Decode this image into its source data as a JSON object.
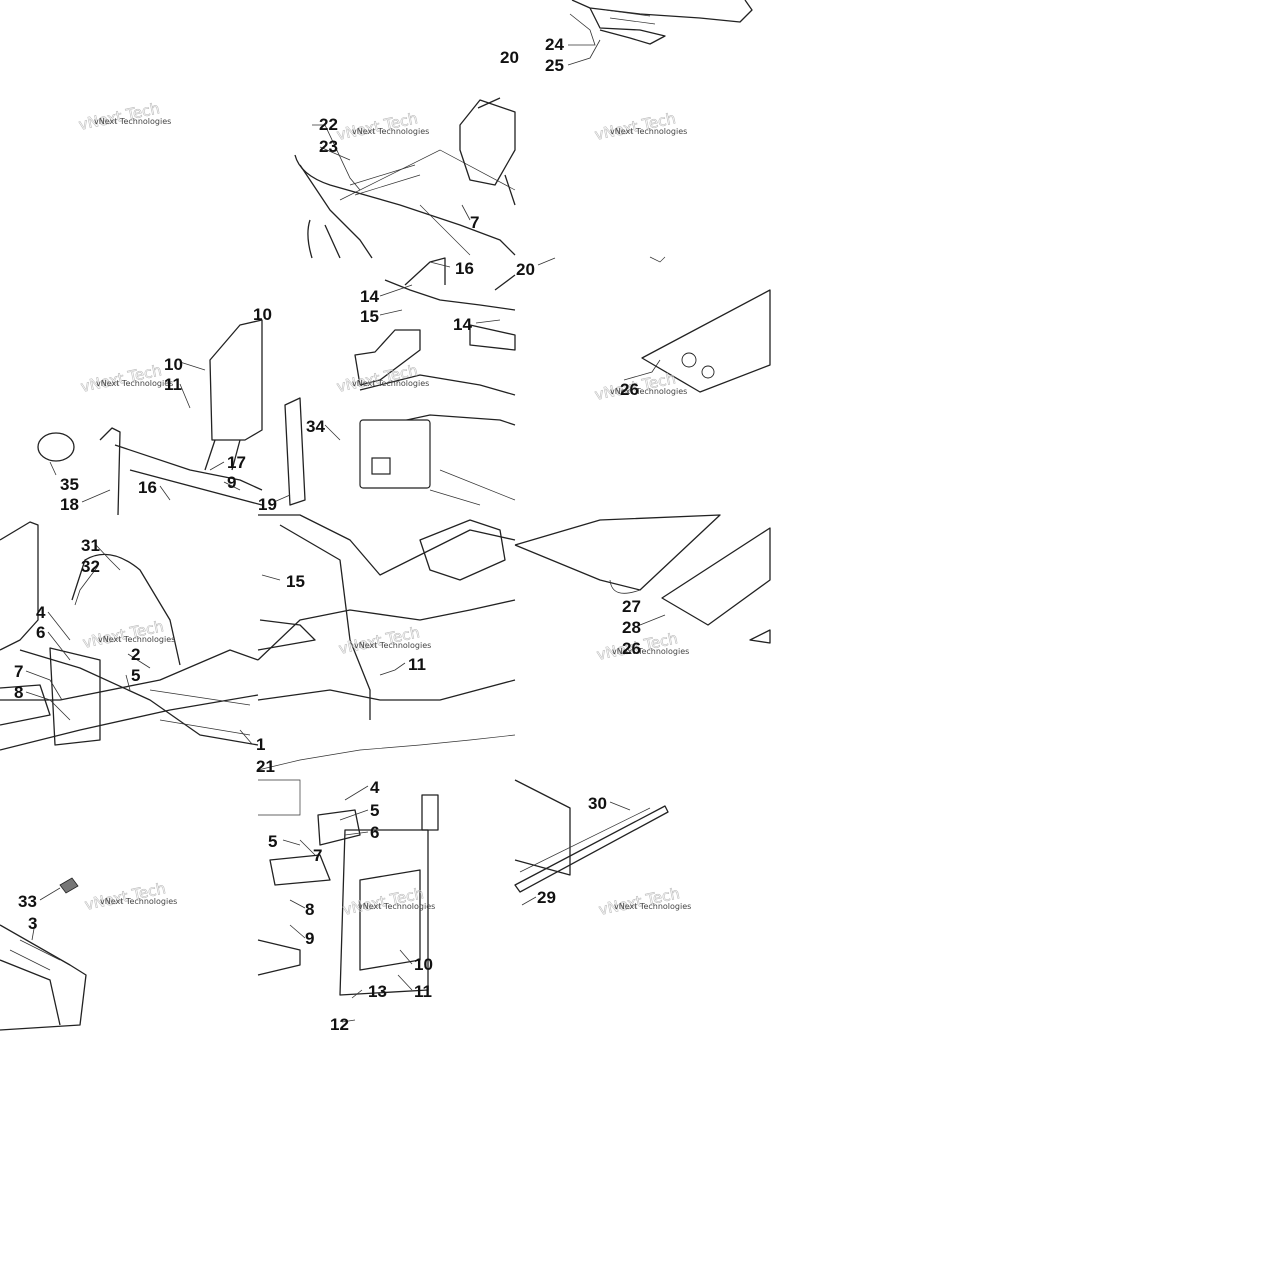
{
  "watermark": {
    "text": "vNext Technologies",
    "ghost_text": "vNext Tech"
  },
  "callouts": [
    "1",
    "2",
    "3",
    "4",
    "5",
    "6",
    "7",
    "8",
    "9",
    "10",
    "11",
    "12",
    "13",
    "14",
    "15",
    "16",
    "17",
    "18",
    "19",
    "20",
    "21",
    "22",
    "23",
    "24",
    "25",
    "26",
    "27",
    "28",
    "29",
    "30",
    "31",
    "32",
    "33",
    "34",
    "35"
  ],
  "colors": {
    "line": "#222222",
    "background": "#ffffff"
  }
}
